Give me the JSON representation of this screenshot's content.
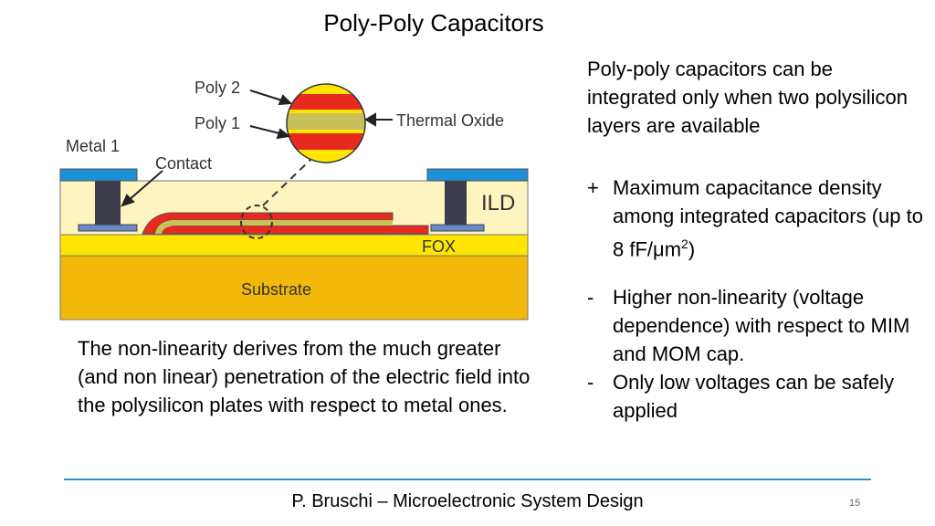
{
  "title": "Poly-Poly Capacitors",
  "intro": "Poly-poly capacitors can be integrated only when two polysilicon layers are available",
  "bullets": [
    {
      "mark": "+",
      "text_before": "Maximum capacitance density among integrated capacitors (up to 8 fF/",
      "mu": "μ",
      "text_mid": "m",
      "sup": "2",
      "text_after": ")"
    },
    {
      "mark": "-",
      "text": "Higher non-linearity (voltage dependence) with respect to MIM and MOM cap."
    },
    {
      "mark": "-",
      "text": "Only low voltages can be safely applied"
    }
  ],
  "note": "The non-linearity derives from the much greater (and non linear)  penetration of the electric field into the polysilicon plates with respect to metal ones.",
  "diagram": {
    "labels": {
      "poly2": "Poly 2",
      "poly1": "Poly 1",
      "thermal_oxide": "Thermal Oxide",
      "metal1": "Metal 1",
      "contact": "Contact",
      "ild": "ILD",
      "fox": "FOX",
      "substrate": "Substrate"
    },
    "colors": {
      "metal": "#1e90d8",
      "ild": "#fdf4c0",
      "substrate": "#f2b80a",
      "fox": "#ffe500",
      "poly": "#e8291f",
      "oxide": "#c8c05a",
      "contact": "#3d3d4d",
      "pad": "#6b87c7"
    }
  },
  "footer": "P. Bruschi – Microelectronic System Design",
  "page_number": "15"
}
